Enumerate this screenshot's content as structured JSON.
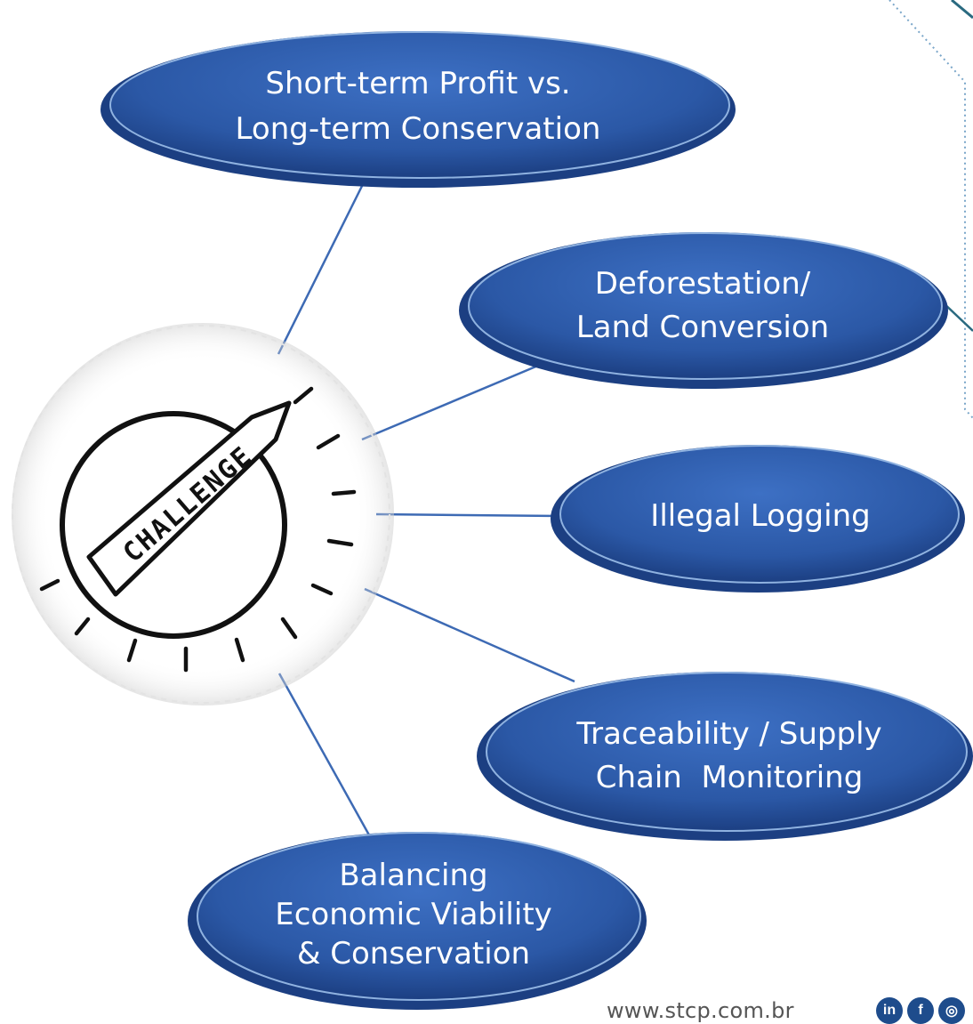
{
  "diagram": {
    "center_label": "CHALLENGE",
    "nodes": [
      {
        "id": "profit",
        "lines": [
          "Short-term Profit vs.",
          "Long-term Conservation"
        ]
      },
      {
        "id": "deforestation",
        "lines": [
          "Deforestation/",
          "Land Conversion"
        ]
      },
      {
        "id": "logging",
        "lines": [
          "Illegal Logging"
        ]
      },
      {
        "id": "traceability",
        "lines": [
          "Traceability / Supply",
          "Chain  Monitoring"
        ]
      },
      {
        "id": "balancing",
        "lines": [
          "Balancing",
          "Economic Viability",
          "& Conservation"
        ]
      }
    ]
  },
  "footer": {
    "url": "www.stcp.com.br",
    "social_icons": [
      "linkedin-icon",
      "facebook-icon",
      "instagram-icon"
    ]
  },
  "colors": {
    "node_fill": "#2e5cae",
    "node_dark": "#1d3f82",
    "connector": "#3d6ab4",
    "background": "#ffffff"
  }
}
